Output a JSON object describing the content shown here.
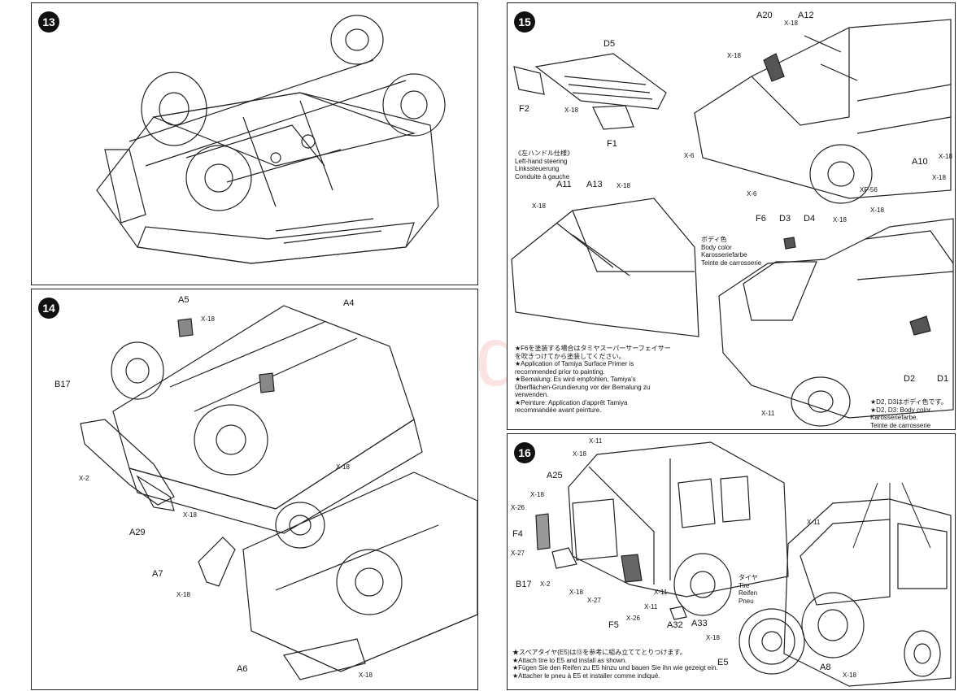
{
  "watermark": "www.modelarti.cz",
  "steps": {
    "s13": {
      "number": "13"
    },
    "s14": {
      "number": "14",
      "labels": {
        "A5": "A5",
        "A4": "A4",
        "B17": "B17",
        "A29": "A29",
        "A7": "A7",
        "A6": "A6"
      },
      "screws": {
        "x18_a5": "X-18",
        "x18_a4": "X-18",
        "x2": "X-2",
        "x18_a29": "X-18",
        "x18_a7": "X-18",
        "x18_a6": "X-18"
      }
    },
    "s15": {
      "number": "15",
      "labels": {
        "D5": "D5",
        "F2": "F2",
        "F1": "F1",
        "A20": "A20",
        "A12": "A12",
        "A10": "A10",
        "A11": "A11",
        "A13": "A13",
        "F6": "F6",
        "D3": "D3",
        "D4": "D4",
        "D2": "D2",
        "D1": "D1"
      },
      "screws": {
        "x18_d5": "X-18",
        "x18_a20": "X-18",
        "x18_a12": "X-18",
        "x6_a": "X-6",
        "x6_b": "X-6",
        "xf56": "XF-56",
        "x18_a10a": "X-18",
        "x18_a10b": "X-18",
        "x18_a11": "X-18",
        "x18_a13": "X-18",
        "x18_d4": "X-18",
        "x18_d1": "X-18",
        "x11": "X-11"
      },
      "lhd": {
        "jp": "《左ハンドル仕様》",
        "en": "Left-hand steering",
        "de": "Linkssteuerung",
        "fr": "Conduite à gauche"
      },
      "body_color": {
        "jp": "ボディ色",
        "en": "Body color",
        "de": "Karosseriefarbe",
        "fr": "Teinte de carrosserie"
      },
      "primer_note": [
        "★F6を塗装する場合はタミヤスーパーサーフェイサー",
        "を吹きつけてから塗装してください。",
        "★Application of Tamiya Surface Primer is",
        "recommended prior to painting.",
        "★Bemalung: Es wird empfohlen, Tamiya's",
        "Überflächen-Grundierung vor der Bemalung zu",
        "verwenden.",
        "★Peinture: Application d'apprêt Tamiya",
        "recommandée avant peinture."
      ],
      "d2d3_note": [
        "★D2, D3はボディ色です。",
        "★D2, D3: Body color.",
        "Karosseriefarbe.",
        "Teinte de carrosserie"
      ]
    },
    "s16": {
      "number": "16",
      "labels": {
        "A25": "A25",
        "F4": "F4",
        "B17": "B17",
        "F5": "F5",
        "A32": "A32",
        "A33": "A33",
        "E5": "E5",
        "A8": "A8"
      },
      "screws": {
        "x11_a": "X-11",
        "x18_a25": "X-18",
        "x26_a": "X-26",
        "x27_a": "X-27",
        "x2": "X-2",
        "x18_b17": "X-18",
        "x27_b": "X-27",
        "x26_b": "X-26",
        "x11_b": "X-11",
        "x11_c": "X-11",
        "x18_a33": "X-18",
        "x18_roof": "X-18",
        "x11_right": "X-11",
        "x18_a8": "X-18"
      },
      "tire": {
        "jp": "タイヤ",
        "en": "Tire",
        "de": "Reifen",
        "fr": "Pneu"
      },
      "spare_note": [
        "★スペアタイヤ(E5)は⑬を参考に組み立ててとりつけます。",
        "★Attach tire to E5 and install as shown.",
        "★Fügen Sie den Reifen zu E5 hinzu und bauen Sie ihn wie gezeigt ein.",
        "★Attacher le pneu à E5 et installer comme indiqué."
      ]
    }
  }
}
